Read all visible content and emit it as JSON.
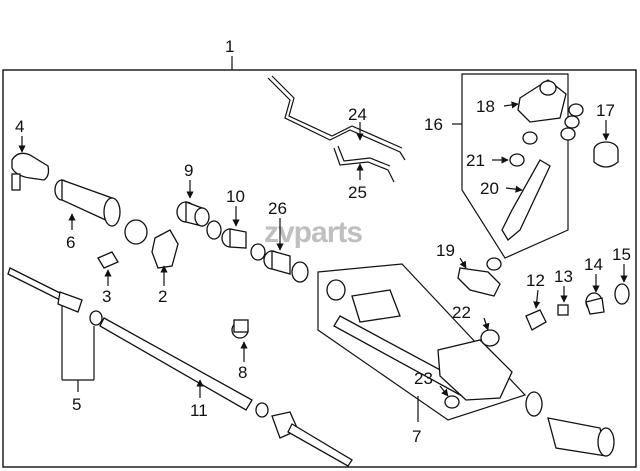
{
  "watermark": "zvparts",
  "callouts": [
    {
      "id": "c1",
      "text": "1"
    },
    {
      "id": "c2",
      "text": "2"
    },
    {
      "id": "c3",
      "text": "3"
    },
    {
      "id": "c4",
      "text": "4"
    },
    {
      "id": "c5",
      "text": "5"
    },
    {
      "id": "c6",
      "text": "6"
    },
    {
      "id": "c7",
      "text": "7"
    },
    {
      "id": "c8",
      "text": "8"
    },
    {
      "id": "c9",
      "text": "9"
    },
    {
      "id": "c10",
      "text": "10"
    },
    {
      "id": "c11",
      "text": "11"
    },
    {
      "id": "c12",
      "text": "12"
    },
    {
      "id": "c13",
      "text": "13"
    },
    {
      "id": "c14",
      "text": "14"
    },
    {
      "id": "c15",
      "text": "15"
    },
    {
      "id": "c16",
      "text": "16"
    },
    {
      "id": "c17",
      "text": "17"
    },
    {
      "id": "c18",
      "text": "18"
    },
    {
      "id": "c19",
      "text": "19"
    },
    {
      "id": "c20",
      "text": "20"
    },
    {
      "id": "c21",
      "text": "21"
    },
    {
      "id": "c22",
      "text": "22"
    },
    {
      "id": "c23",
      "text": "23"
    },
    {
      "id": "c24",
      "text": "24"
    },
    {
      "id": "c25",
      "text": "25"
    },
    {
      "id": "c26",
      "text": "26"
    }
  ]
}
